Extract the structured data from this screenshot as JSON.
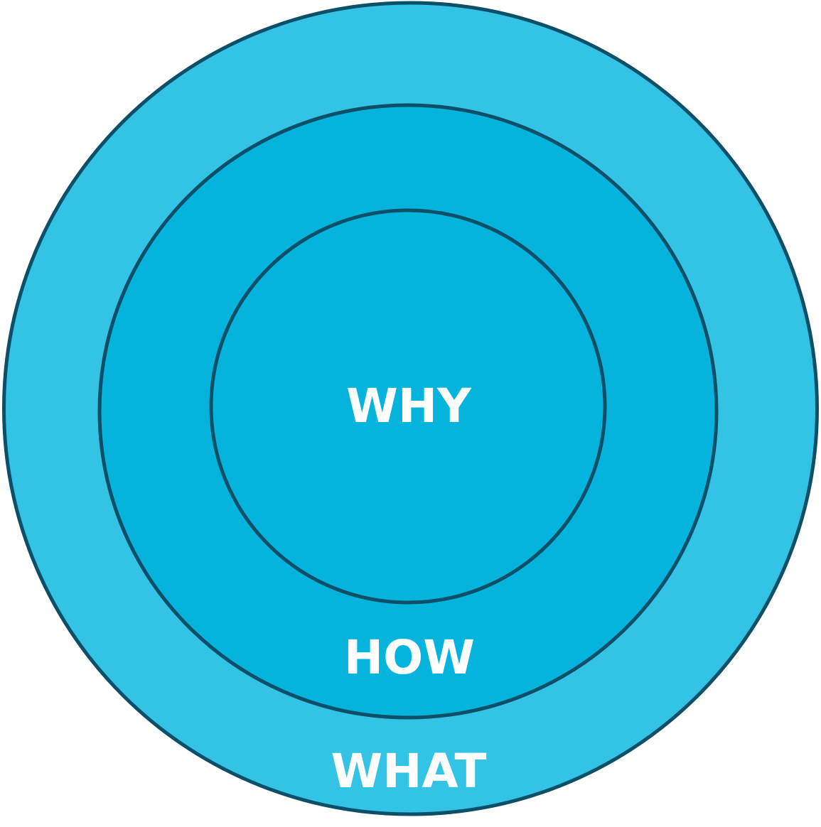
{
  "diagram": {
    "labels": {
      "inner": "WHY",
      "middle": "HOW",
      "outer": "WHAT"
    },
    "colors": {
      "outer_fill": "#33C3E5",
      "middle_fill": "#04B4DD",
      "inner_fill": "#04B4DD",
      "stroke": "#0C4F68",
      "text": "#FFFFFF",
      "background": "#FFFFFF"
    }
  }
}
